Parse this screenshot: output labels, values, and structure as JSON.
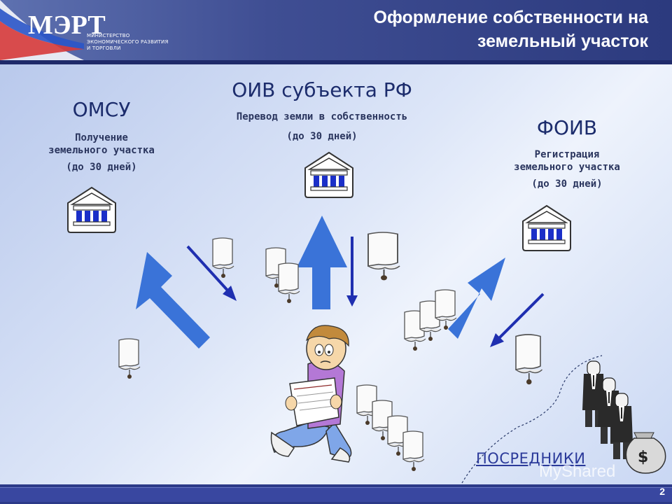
{
  "header": {
    "title_line1": "Оформление собственности на",
    "title_line2": "земельный участок",
    "logo_text": "МЭРТ",
    "ministry_line1": "МИНИСТЕРСТВО",
    "ministry_line2": "ЭКОНОМИЧЕСКОГО РАЗВИТИЯ",
    "ministry_line3": "И ТОРГОВЛИ"
  },
  "omsu": {
    "title": "ОМСУ",
    "line1": "Получение",
    "line2": "земельного участка",
    "term": "(до 30 дней)"
  },
  "oiv": {
    "title": "ОИВ субъекта РФ",
    "line1": "Перевод земли в собственность",
    "term": "(до 30 дней)"
  },
  "foiv": {
    "title": "ФОИВ",
    "line1": "Регистрация",
    "line2": "земельного участка",
    "term": "(до 30 дней)"
  },
  "intermediaries": {
    "label": "ПОСРЕДНИКИ"
  },
  "money_symbol": "$",
  "watermark": "MyShared",
  "page_number": "2",
  "colors": {
    "header": "#3f4e93",
    "arrow_blue": "#3a73d8",
    "arrow_dark": "#1f2fb0",
    "text_dark": "#1c2c6c"
  },
  "icons": [
    "government-building-icon",
    "scroll-document-icon",
    "person-with-papers-icon",
    "businessmen-icon",
    "money-bag-icon"
  ]
}
